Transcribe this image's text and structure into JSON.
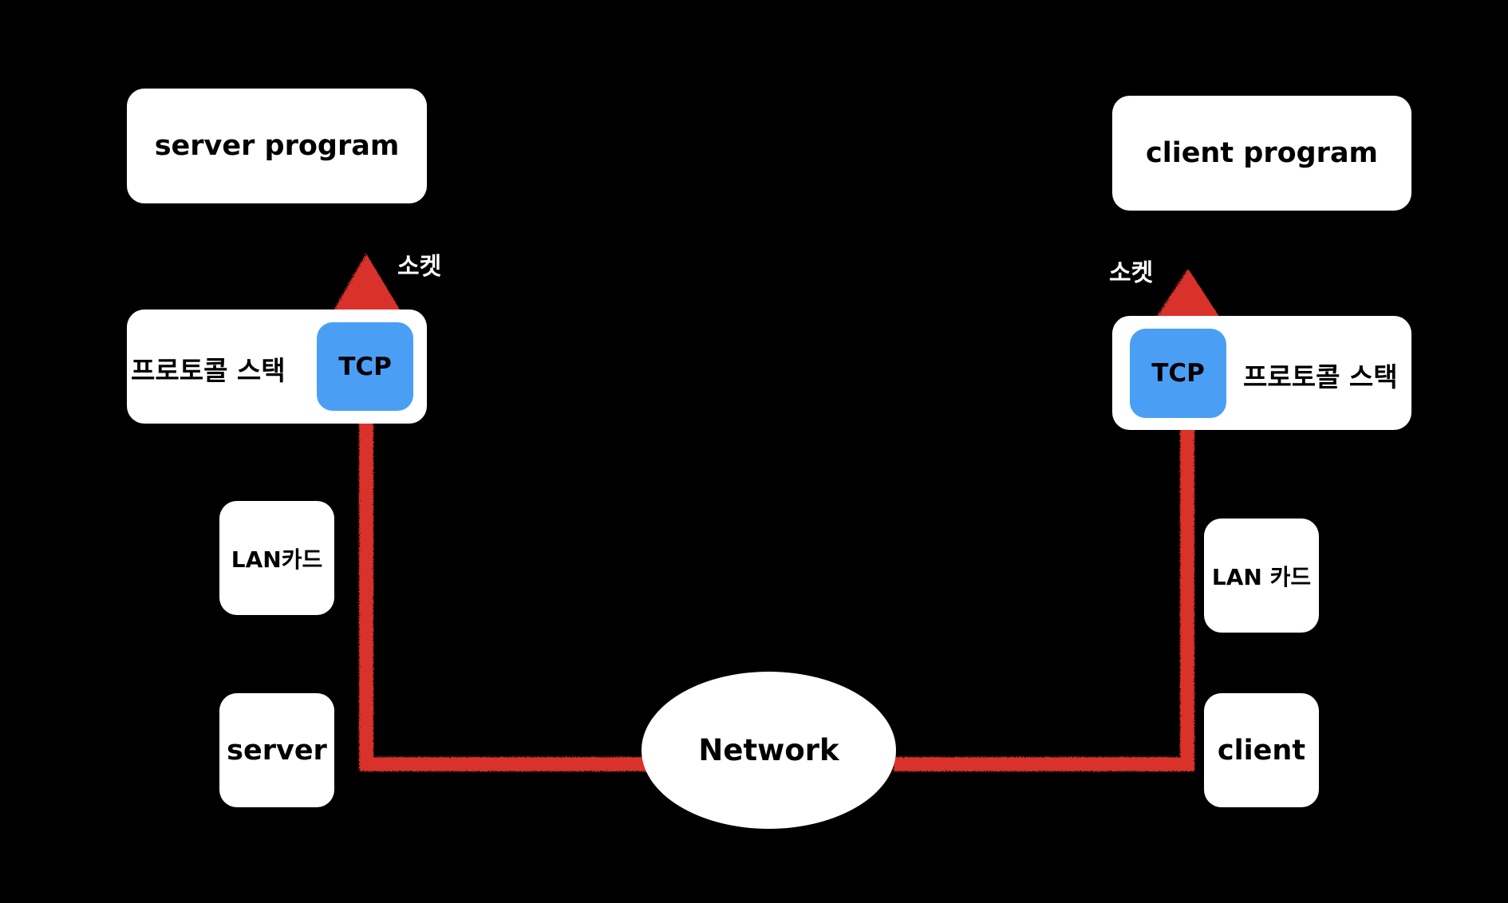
{
  "server_side": {
    "program_label": "server program",
    "stack_label": "프로토콜 스택",
    "tcp_label": "TCP",
    "socket_label": "소켓",
    "lan_label": "LAN카드",
    "host_label": "server"
  },
  "client_side": {
    "program_label": "client program",
    "stack_label": "프로토콜 스택",
    "tcp_label": "TCP",
    "socket_label": "소켓",
    "lan_label": "LAN 카드",
    "host_label": "client"
  },
  "network_label": "Network",
  "colors": {
    "background": "#000000",
    "box": "#ffffff",
    "tcp": "#4a9ff5",
    "link": "#d8322a"
  }
}
